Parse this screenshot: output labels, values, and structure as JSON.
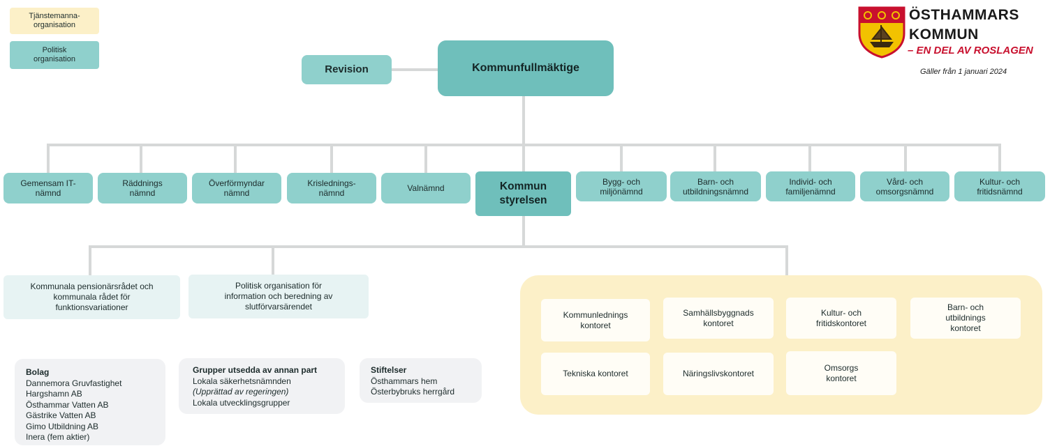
{
  "legend": {
    "officials": "Tjänstemanna-\norganisation",
    "political": "Politisk\norganisation"
  },
  "logo": {
    "line1": "ÖSTHAMMARS",
    "line2": "KOMMUN",
    "line3": "– EN DEL AV ROSLAGEN",
    "valid_from": "Gäller från 1 januari 2024"
  },
  "top": {
    "council": "Kommunfullmäktige",
    "audit": "Revision"
  },
  "boards": {
    "it": "Gemensam IT-\nnämnd",
    "rescue": "Räddnings\nnämnd",
    "guardian": "Överförmyndar\nnämnd",
    "crisis": "Krislednings-\nnämnd",
    "election": "Valnämnd",
    "executive": "Kommun\nstyrelsen",
    "building": "Bygg- och\nmiljönämnd",
    "education": "Barn- och\nutbildningsnämnd",
    "individual": "Individ- och\nfamiljenämnd",
    "care": "Vård- och\nomsorgsnämnd",
    "culture": "Kultur- och\nfritidsnämnd"
  },
  "councils": {
    "pension": "Kommunala pensionärsrådet och\nkommunala rådet för\nfunktionsvariationer",
    "political_org": "Politisk organisation för\ninformation och beredning av\nslutförvarsärendet"
  },
  "offices": {
    "leadership": "Kommunlednings\nkontoret",
    "community": "Samhällsbyggnads\nkontoret",
    "culture": "Kultur- och\nfritidskontoret",
    "education": "Barn- och\nutbildnings\nkontoret",
    "technical": "Tekniska kontoret",
    "business": "Näringslivskontoret",
    "care": "Omsorgs\nkontoret"
  },
  "companies": {
    "title": "Bolag",
    "items": [
      "Dannemora Gruvfastighet",
      "Hargshamn AB",
      "Östhammar Vatten AB",
      "Gästrike Vatten AB",
      "Gimo Utbildning AB",
      "Inera (fem aktier)"
    ]
  },
  "groups": {
    "title": "Grupper utsedda av annan part",
    "item1": "Lokala säkerhetsnämnden",
    "item1_note": "(Upprättad av regeringen)",
    "item2": "Lokala utvecklingsgrupper"
  },
  "foundations": {
    "title": "Stiftelser",
    "items": [
      "Östhammars hem",
      "Österbybruks herrgård"
    ]
  }
}
